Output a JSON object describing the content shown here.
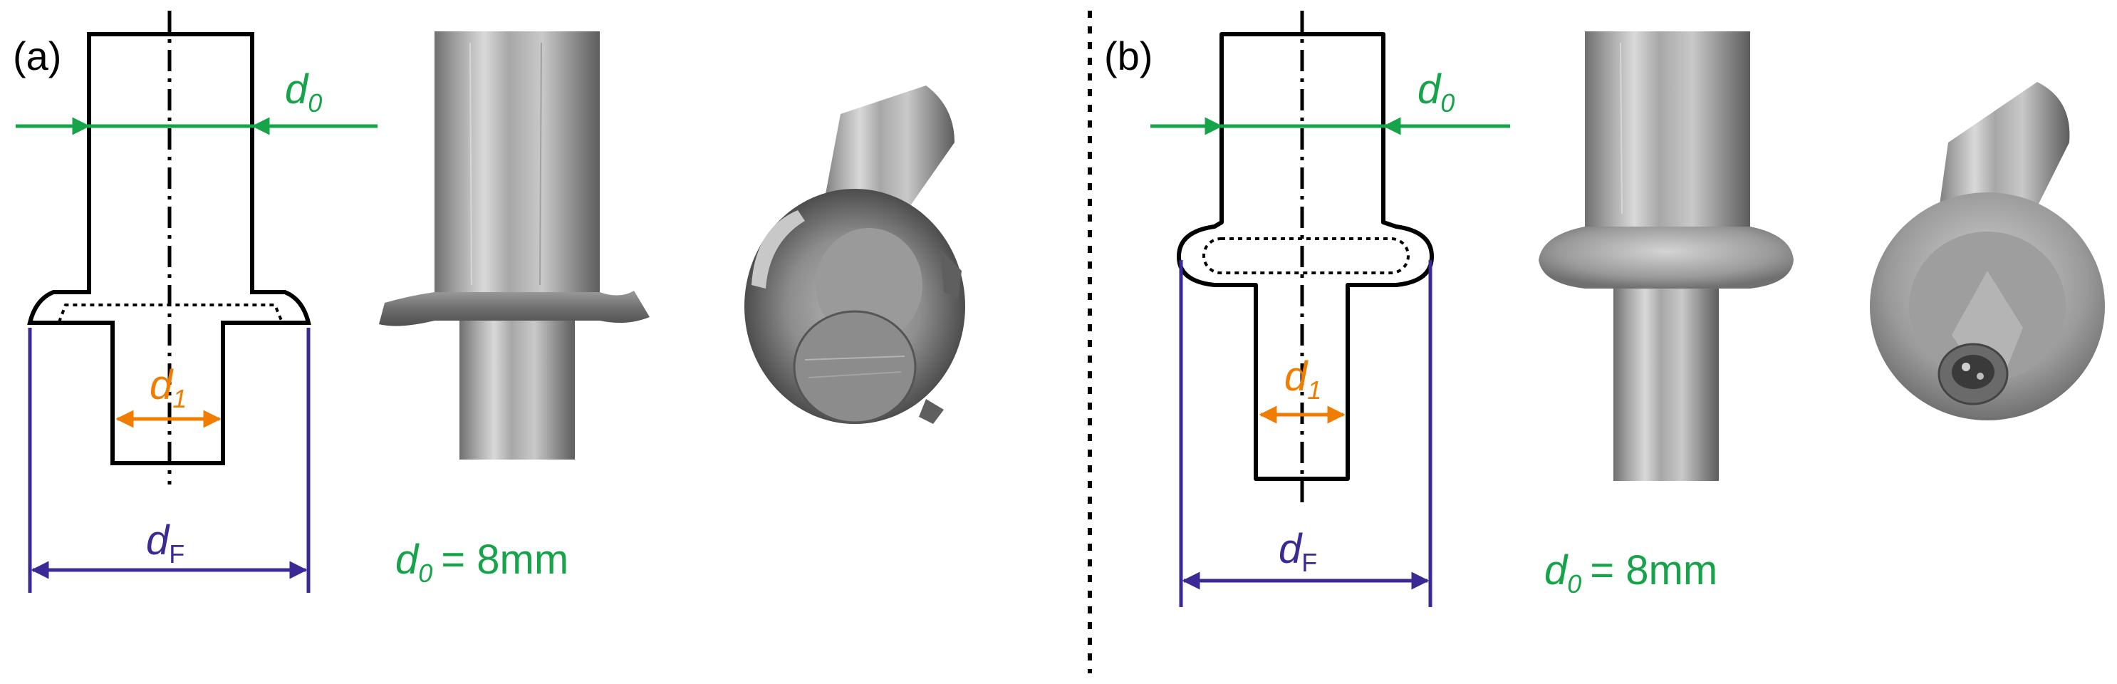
{
  "panel_a": {
    "label": "(a)",
    "d0": {
      "symbol": "d",
      "sub": "0"
    },
    "d1": {
      "symbol": "d",
      "sub": "1"
    },
    "dF": {
      "symbol": "d",
      "sub": "F"
    },
    "caption": {
      "symbol": "d",
      "sub": "0",
      "rest": "= 8mm"
    }
  },
  "panel_b": {
    "label": "(b)",
    "d0": {
      "symbol": "d",
      "sub": "0"
    },
    "d1": {
      "symbol": "d",
      "sub": "1"
    },
    "dF": {
      "symbol": "d",
      "sub": "F"
    },
    "caption": {
      "symbol": "d",
      "sub": "0",
      "rest": "= 8mm"
    }
  },
  "colors": {
    "d0": "#16a34a",
    "d1": "#f07c00",
    "dF": "#3b2a96",
    "outline": "#000000"
  }
}
